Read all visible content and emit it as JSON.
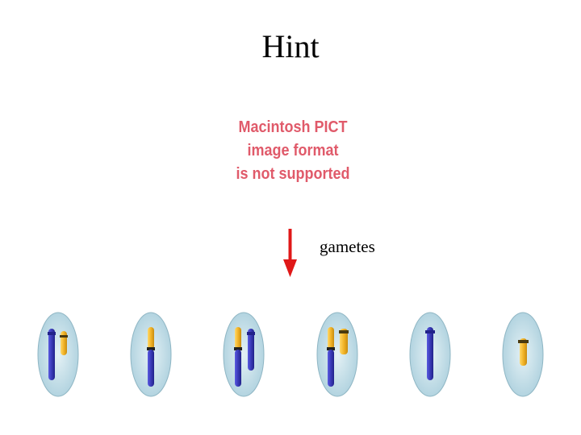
{
  "slide": {
    "title": "Hint"
  },
  "placeholder_image": {
    "lines": [
      "Macintosh PICT",
      "image format",
      "is not supported"
    ],
    "text_color": "#e05a6a"
  },
  "diagram": {
    "arrow_color": "#e01818",
    "arrow_label": "gametes",
    "cell_color": "#bcd9e4",
    "chromosome_colors": {
      "long": "#3a3ab8",
      "short": "#f2b428"
    },
    "cells": [
      {
        "name": "cell-1",
        "chromosomes": [
          "long",
          "short"
        ]
      },
      {
        "name": "cell-2",
        "chromosomes": [
          "long-yellow-top"
        ]
      },
      {
        "name": "cell-3",
        "chromosomes": [
          "long-yellow-top",
          "medium"
        ]
      },
      {
        "name": "cell-4",
        "chromosomes": [
          "long-yellow-top",
          "short"
        ]
      },
      {
        "name": "cell-5",
        "chromosomes": [
          "medium"
        ]
      },
      {
        "name": "cell-6",
        "chromosomes": [
          "short"
        ]
      }
    ]
  }
}
